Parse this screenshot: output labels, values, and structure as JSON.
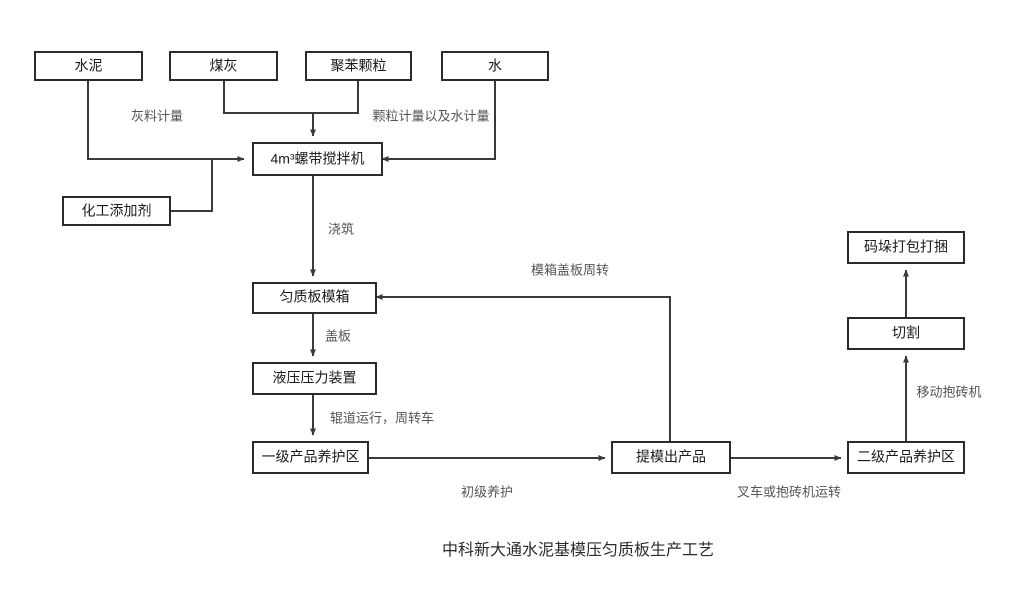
{
  "diagram": {
    "caption": "中科新大通水泥基模压匀质板生产工艺",
    "colors": {
      "box_stroke": "#2b2b2b",
      "box_fill": "#ffffff",
      "edge": "#3a3a3a",
      "label_text": "#555555",
      "node_text": "#1a1a1a",
      "background": "#ffffff"
    },
    "nodes": [
      {
        "id": "cement",
        "label": "水泥"
      },
      {
        "id": "fly-ash",
        "label": "煤灰"
      },
      {
        "id": "eps-beads",
        "label": "聚苯颗粒"
      },
      {
        "id": "water",
        "label": "水"
      },
      {
        "id": "additive",
        "label": "化工添加剂"
      },
      {
        "id": "mixer",
        "label": "4m³螺带搅拌机"
      },
      {
        "id": "mold-box",
        "label": "匀质板模箱"
      },
      {
        "id": "hydraulic",
        "label": "液压压力装置"
      },
      {
        "id": "cure-1",
        "label": "一级产品养护区"
      },
      {
        "id": "demold",
        "label": "提模出产品"
      },
      {
        "id": "cure-2",
        "label": "二级产品养护区"
      },
      {
        "id": "cutting",
        "label": "切割"
      },
      {
        "id": "palletize",
        "label": "码垛打包打捆"
      }
    ],
    "edge_labels": [
      {
        "id": "ash-metering",
        "text": "灰料计量"
      },
      {
        "id": "bead-water-metering",
        "text": "颗粒计量以及水计量"
      },
      {
        "id": "pouring",
        "text": "浇筑"
      },
      {
        "id": "cover-plate",
        "text": "盖板"
      },
      {
        "id": "roller-transfer",
        "text": "辊道运行，周转车"
      },
      {
        "id": "mold-cover-cycle",
        "text": "模箱盖板周转"
      },
      {
        "id": "primary-curing",
        "text": "初级养护"
      },
      {
        "id": "forklift-transfer",
        "text": "叉车或抱砖机运转"
      },
      {
        "id": "mobile-brick-clamp",
        "text": "移动抱砖机"
      }
    ]
  }
}
